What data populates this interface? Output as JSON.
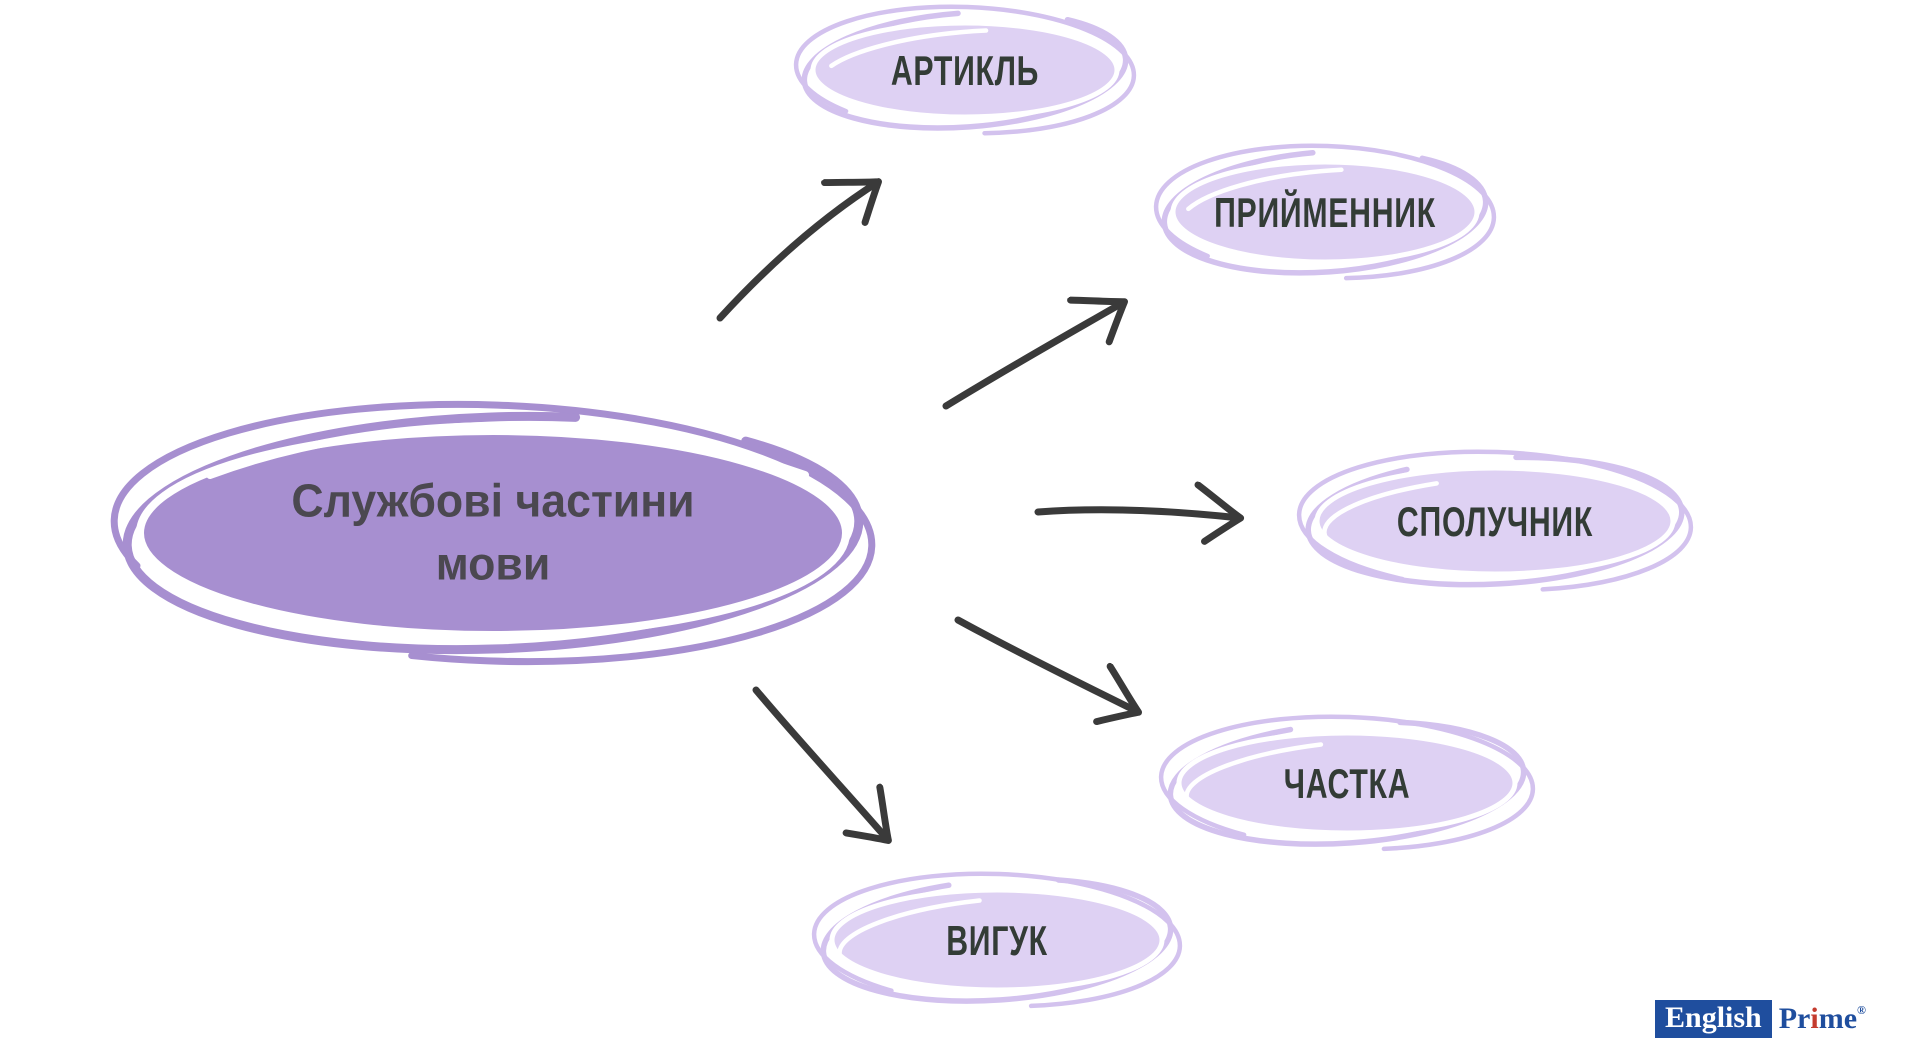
{
  "page": {
    "background": "#ffffff"
  },
  "diagram": {
    "center": {
      "label": "Службові частини мови",
      "label_lines": [
        "Службові частини",
        "мови"
      ]
    },
    "nodes": [
      {
        "id": "artykl",
        "label": "АРТИКЛЬ"
      },
      {
        "id": "pryimennyk",
        "label": "ПРИЙМЕННИК"
      },
      {
        "id": "spoluchnyk",
        "label": "СПОЛУЧНИК"
      },
      {
        "id": "chastka",
        "label": "ЧАСТКА"
      },
      {
        "id": "vyhuk",
        "label": "ВИГУК"
      }
    ],
    "colors": {
      "center_fill": "#a78fd0",
      "node_fill": "#ded1f3",
      "node_outline": "#d3c2ee",
      "node_text": "#333c36",
      "center_text": "#4b4850",
      "arrow": "#3a3a3a"
    }
  },
  "logo": {
    "english": "English",
    "prime_pre": "Pr",
    "prime_i": "i",
    "prime_post": "me",
    "registered": "®",
    "blue": "#1f4e9e",
    "red": "#c43b2e"
  }
}
